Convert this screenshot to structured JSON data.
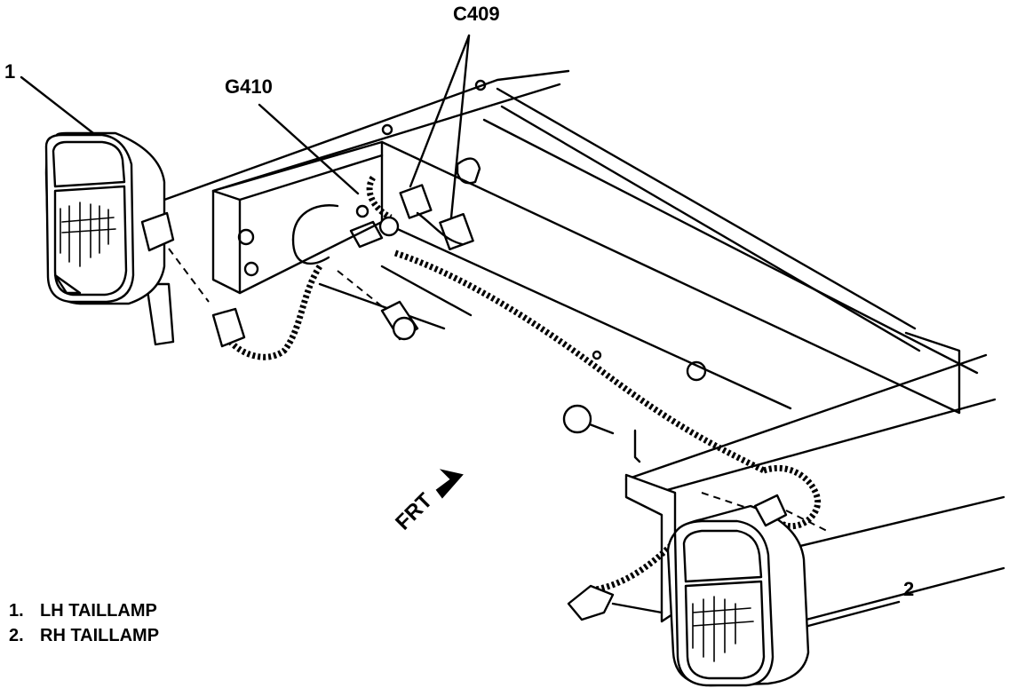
{
  "callouts": {
    "item1": "1",
    "item2": "2",
    "g410": "G410",
    "c409": "C409"
  },
  "direction": {
    "label": "FRT"
  },
  "legend": [
    {
      "number": "1.",
      "label": "LH TAILLAMP"
    },
    {
      "number": "2.",
      "label": "RH TAILLAMP"
    }
  ]
}
